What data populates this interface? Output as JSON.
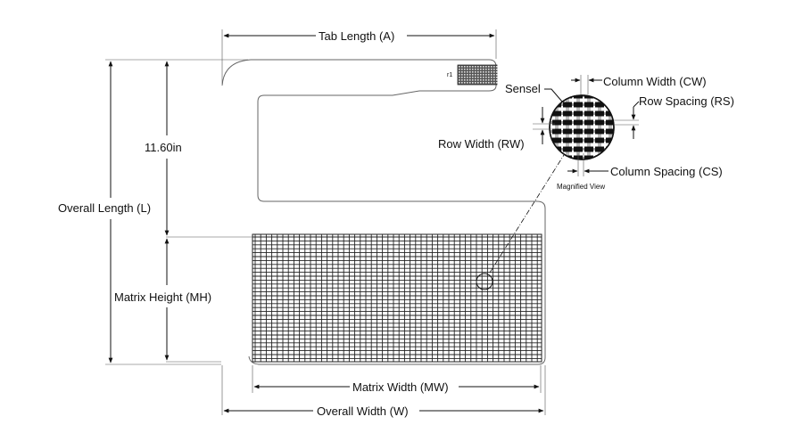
{
  "labels": {
    "tab_length": "Tab Length (A)",
    "overall_length": "Overall Length (L)",
    "dimension_value": "11.60in",
    "matrix_height": "Matrix Height (MH)",
    "matrix_width": "Matrix Width (MW)",
    "overall_width": "Overall Width (W)",
    "sensel": "Sensel",
    "column_width": "Column Width (CW)",
    "row_spacing": "Row Spacing (RS)",
    "row_width": "Row Width (RW)",
    "column_spacing": "Column Spacing (CS)",
    "magnified_view": "Magnified View",
    "tab_marker": "r1"
  },
  "icons": {
    "magnifier": "magnified-view-circle",
    "connector": "tab-connector"
  },
  "colors": {
    "ink": "#111111",
    "outline": "#666666",
    "background": "#ffffff"
  }
}
